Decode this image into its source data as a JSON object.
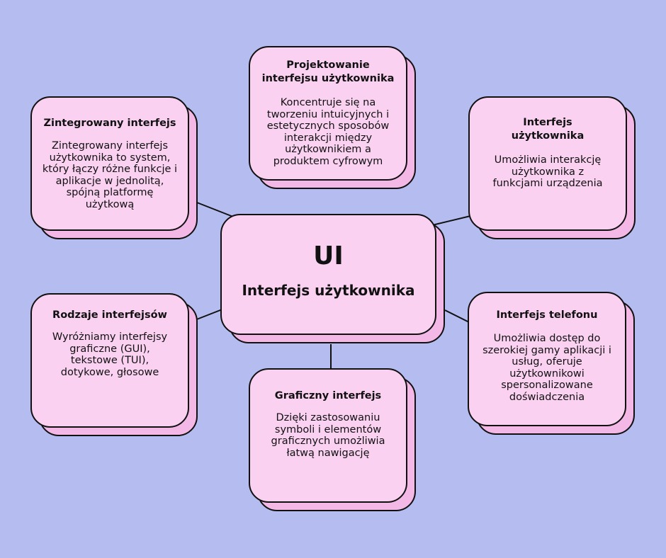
{
  "center": {
    "title": "UI",
    "subtitle": "Interfejs użytkownika"
  },
  "nodes": {
    "projektowanie": {
      "title": "Projektowanie interfejsu użytkownika",
      "description": "Koncentruje się na tworzeniu intuicyjnych i estetycznych sposobów interakcji między użytkownikiem a produktem cyfrowym"
    },
    "zintegrowany": {
      "title": "Zintegrowany interfejs",
      "description": "Zintegrowany interfejs użytkownika to system, który łączy różne funkcje i aplikacje w jednolitą, spójną platformę użytkową"
    },
    "interfejs_uzytkownika": {
      "title": "Interfejs użytkownika",
      "description": "Umożliwia interakcję użytkownika z funkcjami urządzenia"
    },
    "rodzaje": {
      "title": "Rodzaje interfejsów",
      "description": "Wyróżniamy interfejsy graficzne (GUI), tekstowe (TUI), dotykowe, głosowe"
    },
    "telefon": {
      "title": "Interfejs telefonu",
      "description": "Umożliwia dostęp do szerokiej gamy aplikacji i usług, oferuje użytkownikowi spersonalizowane doświadczenia"
    },
    "graficzny": {
      "title": "Graficzny interfejs",
      "description": "Dzięki zastosowaniu symboli i elementów graficznych umożliwia łatwą nawigację"
    }
  },
  "colors": {
    "background": "#b5bcf0",
    "card": "#fbd1f2",
    "card_shadow": "#f3b8e6",
    "outline": "#111111"
  }
}
